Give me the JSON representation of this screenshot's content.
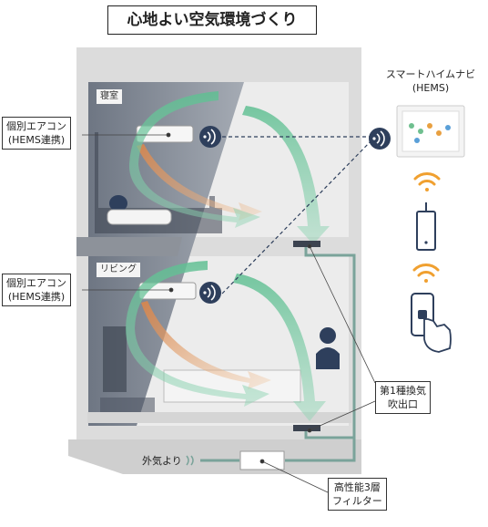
{
  "title": "心地よい空気環境づくり",
  "labels": {
    "bedroom": "寝室",
    "living": "リビング",
    "ac_upper_line1": "個別エアコン",
    "ac_upper_line2": "(HEMS連携)",
    "ac_lower_line1": "個別エアコン",
    "ac_lower_line2": "(HEMS連携)",
    "hems_line1": "スマートハイムナビ",
    "hems_line2": "(HEMS)",
    "vent_line1": "第1種換気",
    "vent_line2": "吹出口",
    "outside_air": "外気より",
    "filter_line1": "高性能3層",
    "filter_line2": "フィルター"
  },
  "colors": {
    "airflow_green": "#6fc29b",
    "airflow_orange": "#e8a36a",
    "duct": "#7aa39a",
    "wall": "#d8d8d8",
    "wifi_orange": "#f0a030",
    "icon_navy": "#2e3f5c"
  },
  "icons": [
    "wifi-signal-icon",
    "router-icon",
    "smartphone-icon",
    "hems-monitor-icon",
    "air-conditioner-icon",
    "person-icon"
  ]
}
